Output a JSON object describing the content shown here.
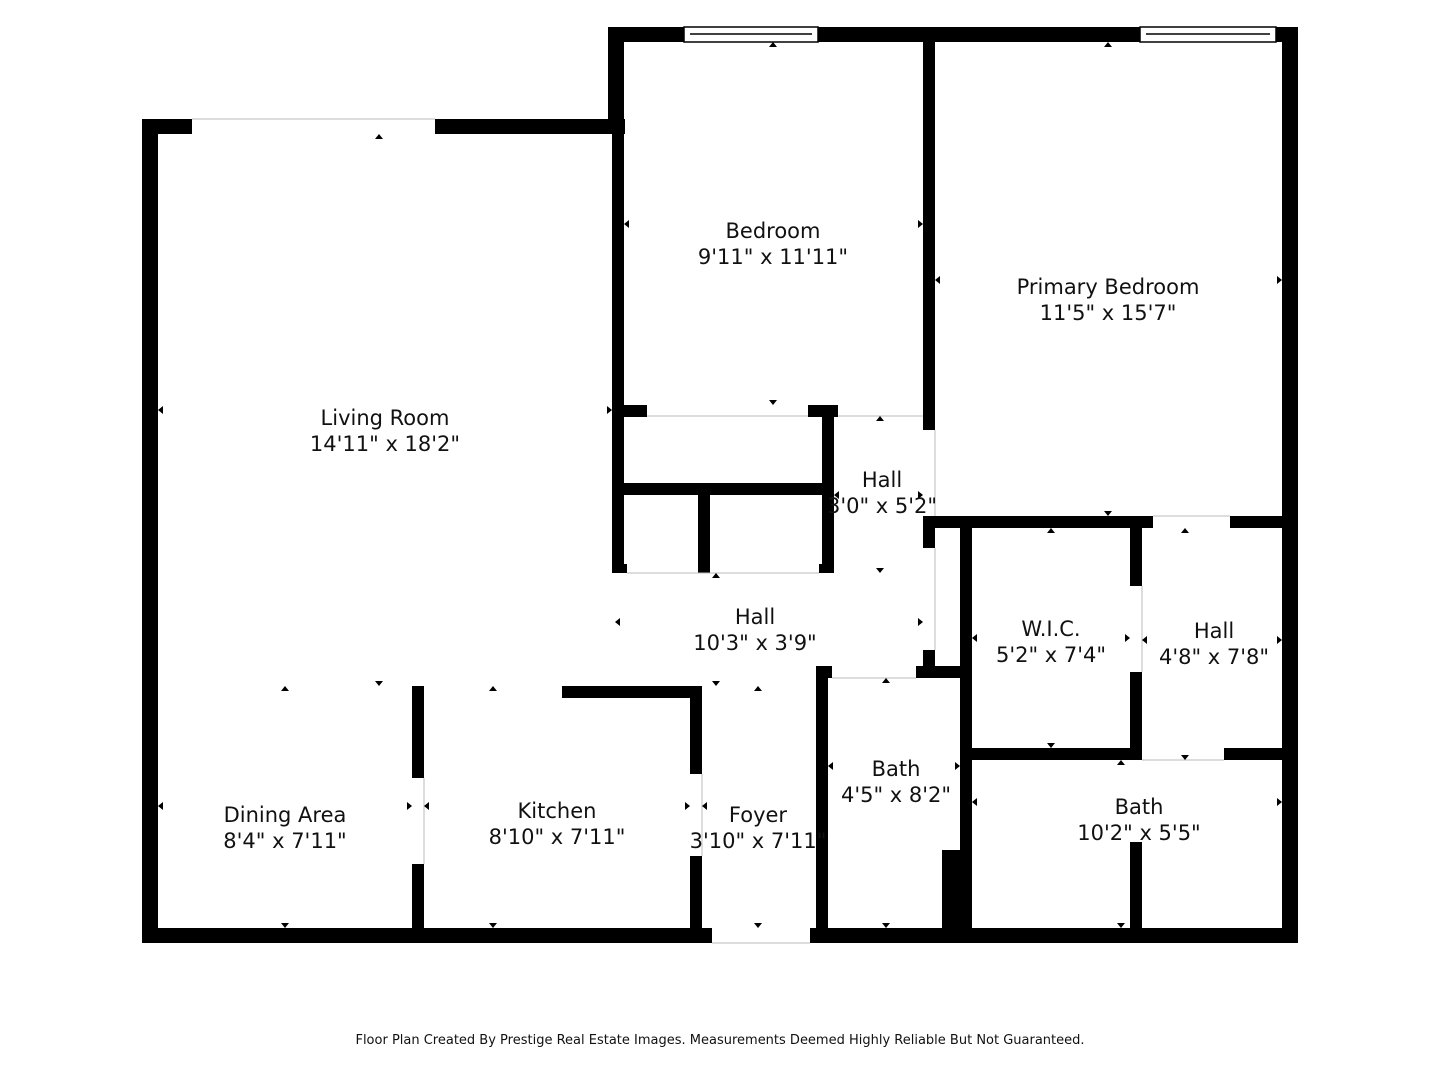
{
  "rooms": [
    {
      "id": "living",
      "name": "Living Room",
      "dims": "14'11\" x 18'2\""
    },
    {
      "id": "bedroom",
      "name": "Bedroom",
      "dims": "9'11\" x 11'11\""
    },
    {
      "id": "primary-bedroom",
      "name": "Primary Bedroom",
      "dims": "11'5\" x 15'7\""
    },
    {
      "id": "hall-upper",
      "name": "Hall",
      "dims": "3'0\" x 5'2\""
    },
    {
      "id": "hall-center",
      "name": "Hall",
      "dims": "10'3\" x 3'9\""
    },
    {
      "id": "wic",
      "name": "W.I.C.",
      "dims": "5'2\" x 7'4\""
    },
    {
      "id": "hall-right",
      "name": "Hall",
      "dims": "4'8\" x 7'8\""
    },
    {
      "id": "dining",
      "name": "Dining Area",
      "dims": "8'4\" x 7'11\""
    },
    {
      "id": "kitchen",
      "name": "Kitchen",
      "dims": "8'10\" x 7'11\""
    },
    {
      "id": "foyer",
      "name": "Foyer",
      "dims": "3'10\" x 7'11\""
    },
    {
      "id": "bath-small",
      "name": "Bath",
      "dims": "4'5\" x 8'2\""
    },
    {
      "id": "bath-large",
      "name": "Bath",
      "dims": "10'2\" x 5'5\""
    }
  ],
  "footer": "Floor Plan Created By Prestige Real Estate Images. Measurements Deemed Highly Reliable But Not Guaranteed."
}
